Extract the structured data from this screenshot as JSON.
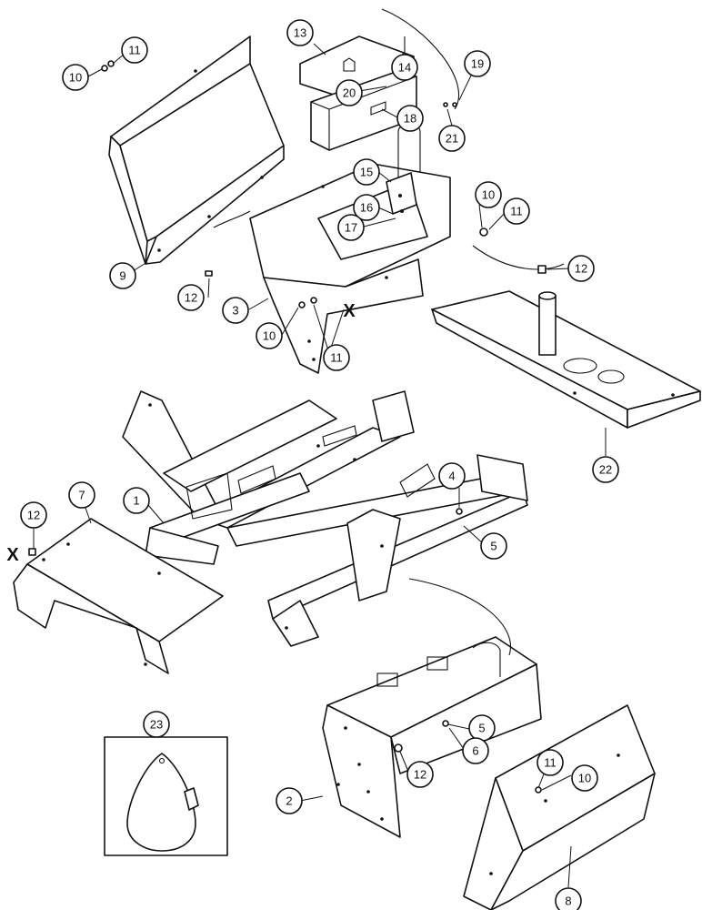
{
  "callouts": {
    "c1": "1",
    "c2": "2",
    "c3": "3",
    "c4": "4",
    "c5a": "5",
    "c5b": "5",
    "c6": "6",
    "c7": "7",
    "c8": "8",
    "c9": "9",
    "c10a": "10",
    "c10b": "10",
    "c10c": "10",
    "c10d": "10",
    "c11a": "11",
    "c11b": "11",
    "c11c": "11",
    "c11d": "11",
    "c12a": "12",
    "c12b": "12",
    "c12c": "12",
    "c12d": "12",
    "c13": "13",
    "c14": "14",
    "c15": "15",
    "c16": "16",
    "c17": "17",
    "c18": "18",
    "c19": "19",
    "c20": "20",
    "c21": "21",
    "c22": "22",
    "c23": "23"
  },
  "markers": {
    "x_top": "X",
    "x_left": "X"
  },
  "colors": {
    "line": "#111111",
    "paper": "#ffffff"
  }
}
